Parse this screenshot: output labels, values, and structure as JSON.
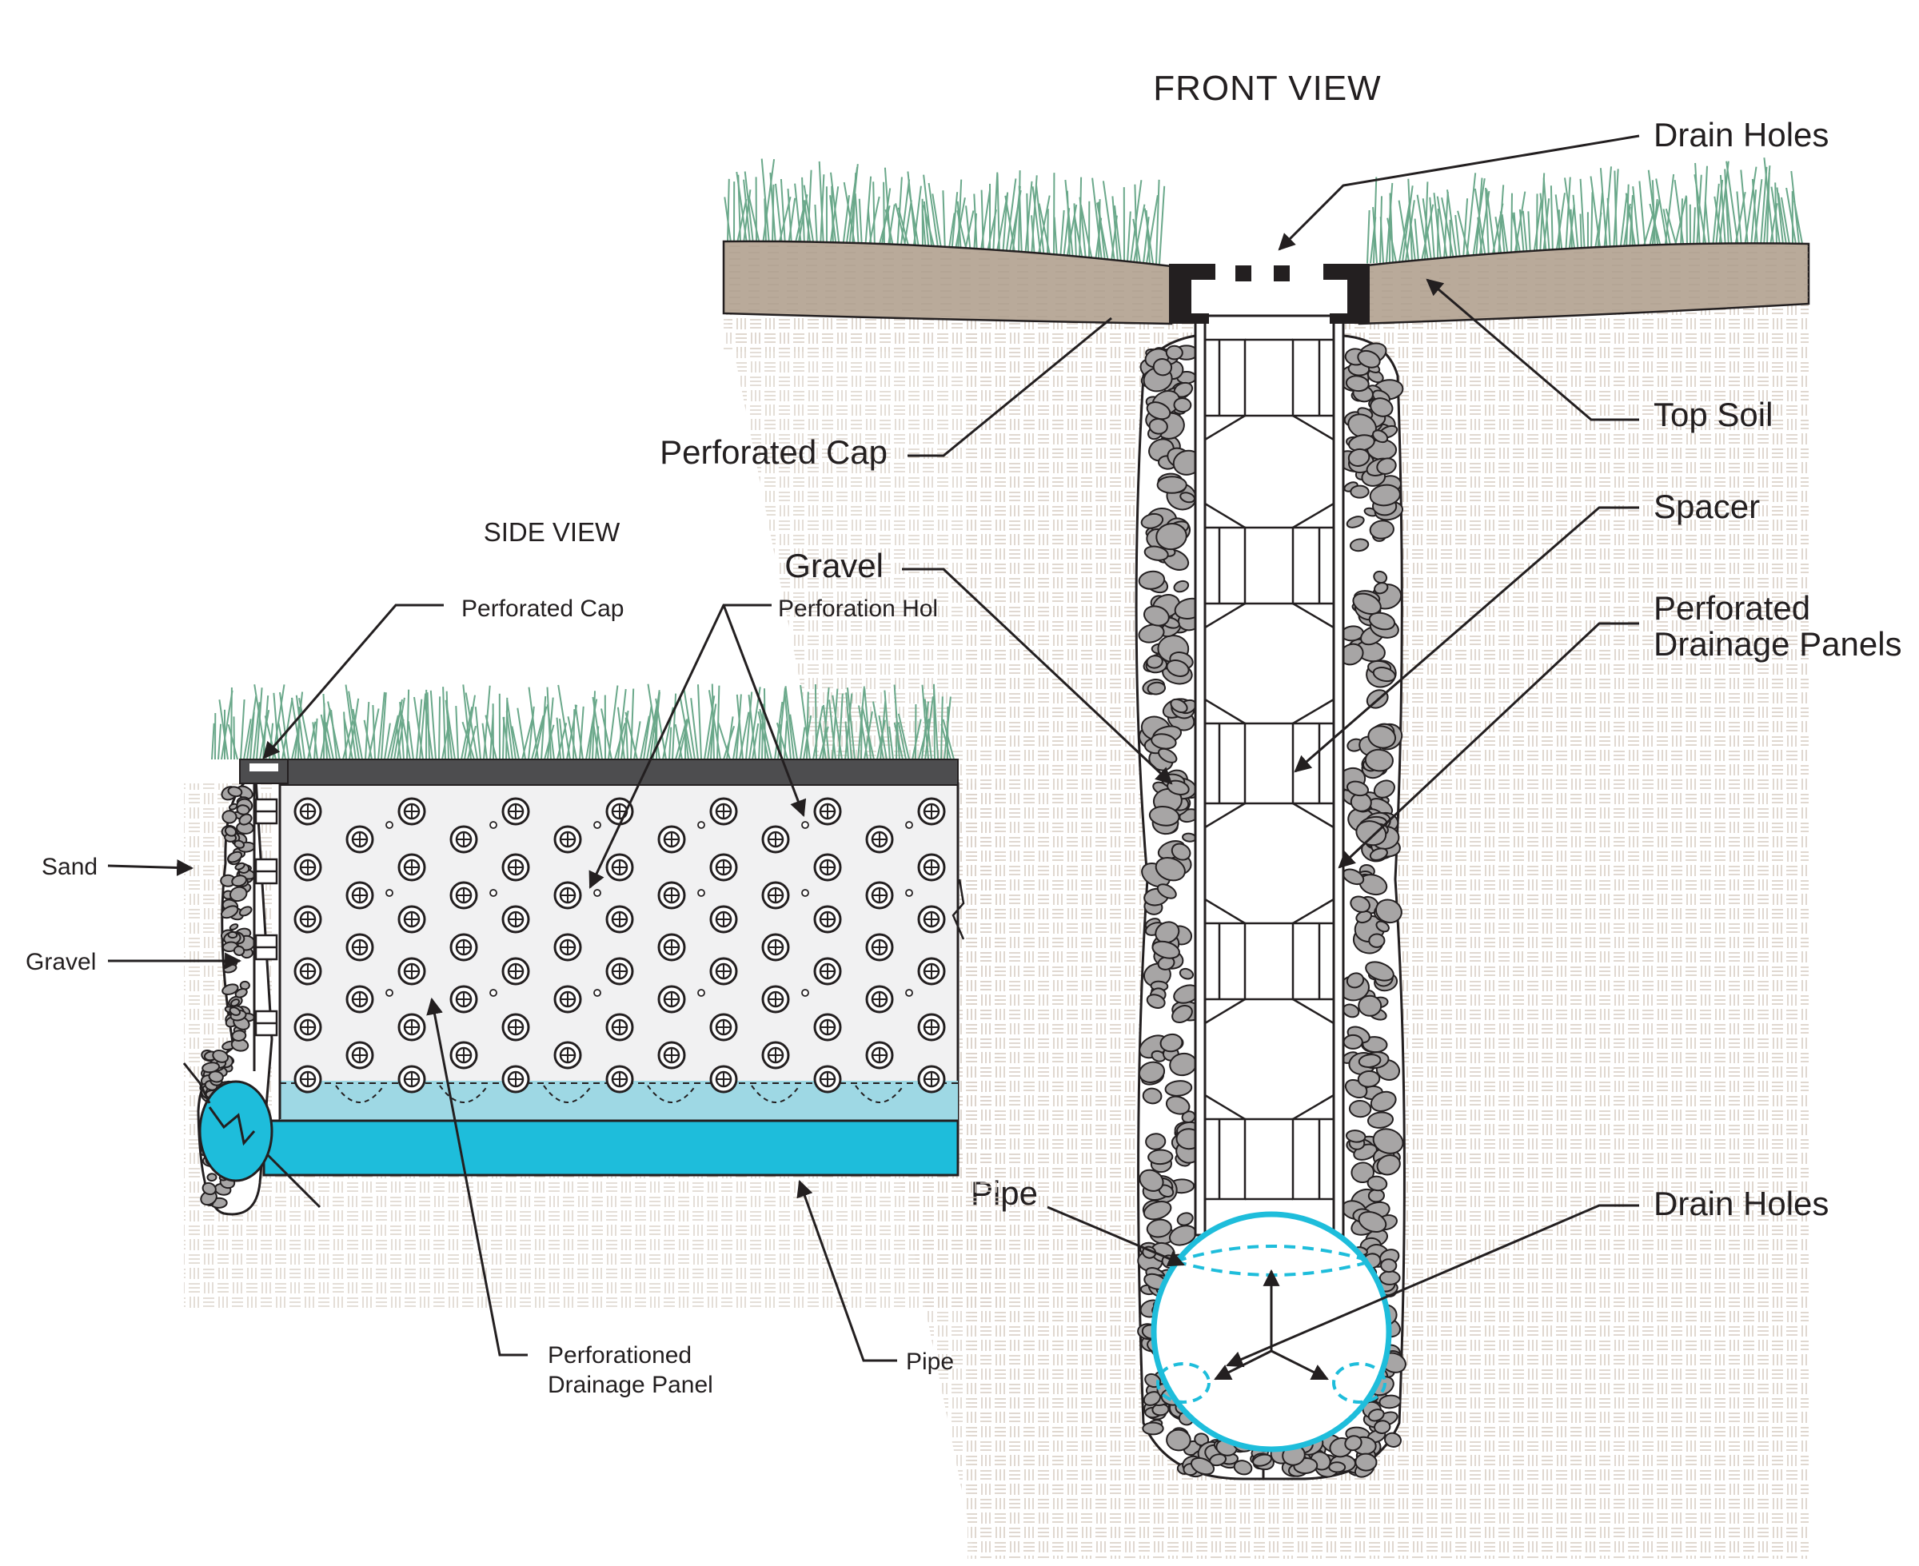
{
  "front_view": {
    "title": "FRONT VIEW",
    "labels": {
      "drain_holes_top": "Drain Holes",
      "top_soil": "Top Soil",
      "spacer": "Spacer",
      "perforated_drainage_panels_line1": "Perforated",
      "perforated_drainage_panels_line2": "Drainage Panels",
      "drain_holes_bottom": "Drain Holes",
      "perforated_cap": "Perforated Cap",
      "gravel": "Gravel",
      "pipe": "Pipe"
    }
  },
  "side_view": {
    "title": "SIDE VIEW",
    "labels": {
      "perforated_cap": "Perforated Cap",
      "perforation_holes": "Perforation Hol",
      "sand": "Sand",
      "gravel": "Gravel",
      "panel_line1": "Perforationed",
      "panel_line2": "Drainage Panel",
      "pipe": "Pipe"
    }
  },
  "colors": {
    "grass": "#6aa88a",
    "soil": "#b9aa9a",
    "gravel": "#a7a5a5",
    "pipe": "#1ebddb",
    "pipe_light": "#9ed8e4",
    "cap": "#231f20",
    "panel": "#f1f1f2",
    "sand_hatch": "#d8cfc6"
  }
}
